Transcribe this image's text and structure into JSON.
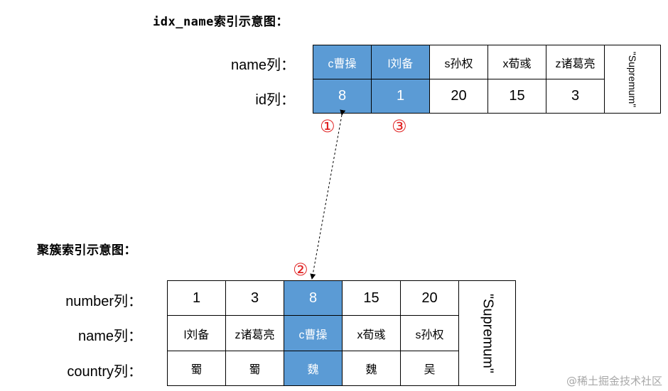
{
  "top": {
    "title": "idx_name索引示意图：",
    "row_labels": [
      "name列：",
      "id列："
    ],
    "columns": [
      {
        "name": "c曹操",
        "id": "8",
        "highlight": true
      },
      {
        "name": "l刘备",
        "id": "1",
        "highlight": true
      },
      {
        "name": "s孙权",
        "id": "20",
        "highlight": false
      },
      {
        "name": "x荀彧",
        "id": "15",
        "highlight": false
      },
      {
        "name": "z诸葛亮",
        "id": "3",
        "highlight": false
      }
    ],
    "supremum": "\"Supremum\""
  },
  "bottom": {
    "title": "聚簇索引示意图：",
    "row_labels": [
      "number列：",
      "name列：",
      "country列："
    ],
    "columns": [
      {
        "number": "1",
        "name": "l刘备",
        "country": "蜀",
        "highlight": false
      },
      {
        "number": "3",
        "name": "z诸葛亮",
        "country": "蜀",
        "highlight": false
      },
      {
        "number": "8",
        "name": "c曹操",
        "country": "魏",
        "highlight": true
      },
      {
        "number": "15",
        "name": "x荀彧",
        "country": "魏",
        "highlight": false
      },
      {
        "number": "20",
        "name": "s孙权",
        "country": "吴",
        "highlight": false
      }
    ],
    "supremum": "\"Supremum\""
  },
  "markers": [
    "①",
    "②",
    "③"
  ],
  "colors": {
    "highlight": "#5b9bd5",
    "marker": "#e02020"
  },
  "watermark": "@稀土掘金技术社区"
}
